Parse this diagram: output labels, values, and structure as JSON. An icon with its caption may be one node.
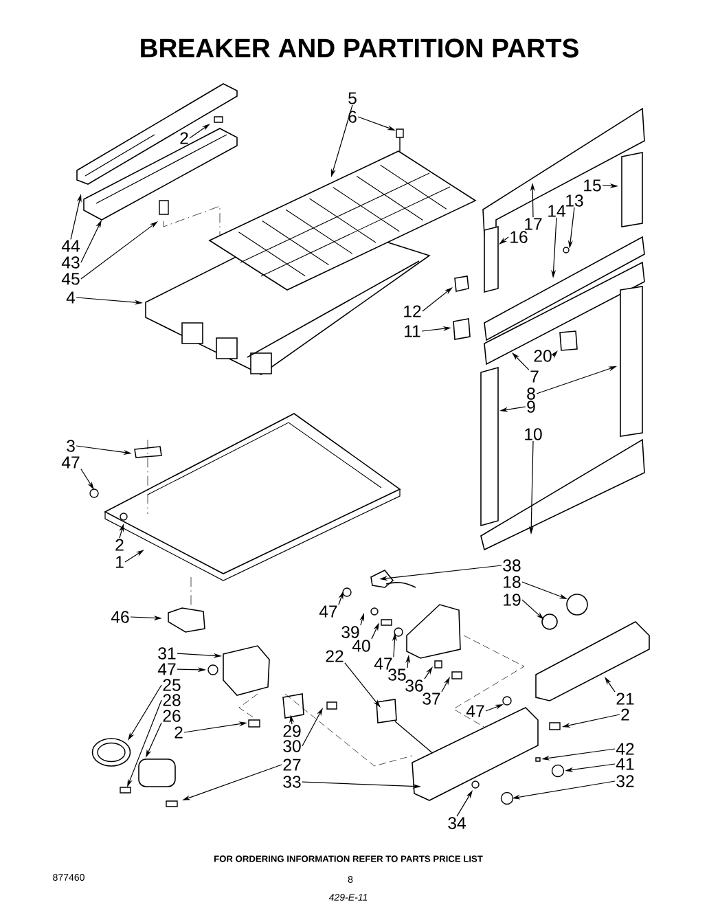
{
  "diagram": {
    "title": "BREAKER AND PARTITION PARTS",
    "nodes": [
      {
        "text": [
          "44"
        ]
      },
      {
        "text": [
          "43"
        ]
      },
      {
        "text": [
          "45"
        ]
      },
      {
        "text": [
          "2"
        ]
      },
      {
        "text": [
          "5"
        ]
      },
      {
        "text": [
          "6"
        ]
      },
      {
        "text": [
          "4"
        ]
      },
      {
        "text": [
          "17"
        ]
      },
      {
        "text": [
          "14"
        ]
      },
      {
        "text": [
          "13"
        ]
      },
      {
        "text": [
          "15"
        ]
      },
      {
        "text": [
          "16"
        ]
      },
      {
        "text": [
          "12"
        ]
      },
      {
        "text": [
          "11"
        ]
      },
      {
        "text": [
          "20"
        ]
      },
      {
        "text": [
          "7"
        ]
      },
      {
        "text": [
          "8"
        ]
      },
      {
        "text": [
          "9"
        ]
      },
      {
        "text": [
          "10"
        ]
      },
      {
        "text": [
          "3"
        ]
      },
      {
        "text": [
          "47"
        ]
      },
      {
        "text": [
          "2"
        ]
      },
      {
        "text": [
          "1"
        ]
      },
      {
        "text": [
          "46"
        ]
      },
      {
        "text": [
          "38"
        ]
      },
      {
        "text": [
          "18"
        ]
      },
      {
        "text": [
          "19"
        ]
      },
      {
        "text": [
          "47"
        ]
      },
      {
        "text": [
          "39"
        ]
      },
      {
        "text": [
          "40"
        ]
      },
      {
        "text": [
          "47"
        ]
      },
      {
        "text": [
          "35"
        ]
      },
      {
        "text": [
          "36"
        ]
      },
      {
        "text": [
          "37"
        ]
      },
      {
        "text": [
          "31"
        ]
      },
      {
        "text": [
          "47"
        ]
      },
      {
        "text": [
          "25"
        ]
      },
      {
        "text": [
          "28"
        ]
      },
      {
        "text": [
          "26"
        ]
      },
      {
        "text": [
          "2"
        ]
      },
      {
        "text": [
          "22"
        ]
      },
      {
        "text": [
          "29"
        ]
      },
      {
        "text": [
          "30"
        ]
      },
      {
        "text": [
          "27"
        ]
      },
      {
        "text": [
          "33"
        ]
      },
      {
        "text": [
          "47"
        ]
      },
      {
        "text": [
          "21"
        ]
      },
      {
        "text": [
          "2"
        ]
      },
      {
        "text": [
          "42"
        ]
      },
      {
        "text": [
          "41"
        ]
      },
      {
        "text": [
          "32"
        ]
      },
      {
        "text": [
          "34"
        ]
      }
    ],
    "edges": [
      {
        "from": 0,
        "to": null,
        "arrow": "to"
      },
      {
        "from": 1,
        "to": null,
        "arrow": "to"
      },
      {
        "from": 2,
        "to": null,
        "arrow": "to"
      },
      {
        "from": 3,
        "to": null,
        "arrow": "to"
      },
      {
        "from": 4,
        "to": null,
        "arrow": "to"
      },
      {
        "from": 5,
        "to": null,
        "arrow": "to"
      },
      {
        "from": 6,
        "to": null,
        "arrow": "to"
      },
      {
        "from": 7,
        "to": null,
        "arrow": "to"
      },
      {
        "from": 8,
        "to": null,
        "arrow": "to"
      },
      {
        "from": 9,
        "to": null,
        "arrow": "to"
      },
      {
        "from": 10,
        "to": null,
        "arrow": "to"
      },
      {
        "from": 11,
        "to": null,
        "arrow": "to"
      },
      {
        "from": 12,
        "to": null,
        "arrow": "to"
      },
      {
        "from": 13,
        "to": null,
        "arrow": "to"
      },
      {
        "from": 14,
        "to": null,
        "arrow": "to"
      },
      {
        "from": 15,
        "to": null,
        "arrow": "to"
      },
      {
        "from": 16,
        "to": null,
        "arrow": "to"
      },
      {
        "from": 17,
        "to": null,
        "arrow": "to"
      },
      {
        "from": 18,
        "to": null,
        "arrow": "to"
      },
      {
        "from": 19,
        "to": null,
        "arrow": "to"
      },
      {
        "from": 20,
        "to": null,
        "arrow": "to"
      },
      {
        "from": 21,
        "to": null,
        "arrow": "to"
      },
      {
        "from": 22,
        "to": null,
        "arrow": "to"
      },
      {
        "from": 23,
        "to": null,
        "arrow": "to"
      },
      {
        "from": 24,
        "to": null,
        "arrow": "to"
      },
      {
        "from": 25,
        "to": null,
        "arrow": "to"
      },
      {
        "from": 26,
        "to": null,
        "arrow": "to"
      },
      {
        "from": 27,
        "to": null,
        "arrow": "to"
      },
      {
        "from": 28,
        "to": null,
        "arrow": "to"
      },
      {
        "from": 29,
        "to": null,
        "arrow": "to"
      },
      {
        "from": 30,
        "to": null,
        "arrow": "to"
      },
      {
        "from": 31,
        "to": null,
        "arrow": "to"
      },
      {
        "from": 32,
        "to": null,
        "arrow": "to"
      },
      {
        "from": 33,
        "to": null,
        "arrow": "to"
      },
      {
        "from": 34,
        "to": null,
        "arrow": "to"
      },
      {
        "from": 35,
        "to": null,
        "arrow": "to"
      },
      {
        "from": 36,
        "to": null,
        "arrow": "to"
      },
      {
        "from": 37,
        "to": null,
        "arrow": "to"
      },
      {
        "from": 38,
        "to": null,
        "arrow": "to"
      },
      {
        "from": 39,
        "to": null,
        "arrow": "to"
      },
      {
        "from": 40,
        "to": null,
        "arrow": "to"
      },
      {
        "from": 41,
        "to": null,
        "arrow": "to"
      },
      {
        "from": 42,
        "to": null,
        "arrow": "to"
      },
      {
        "from": 43,
        "to": null,
        "arrow": "to"
      },
      {
        "from": 44,
        "to": null,
        "arrow": "to"
      },
      {
        "from": 45,
        "to": null,
        "arrow": "to"
      },
      {
        "from": 46,
        "to": null,
        "arrow": "to"
      },
      {
        "from": 47,
        "to": null,
        "arrow": "to"
      },
      {
        "from": 48,
        "to": null,
        "arrow": "to"
      },
      {
        "from": 49,
        "to": null,
        "arrow": "to"
      },
      {
        "from": 50,
        "to": null,
        "arrow": "to"
      },
      {
        "from": 51,
        "to": null,
        "arrow": "to"
      }
    ],
    "labels": [
      "FOR ORDERING INFORMATION REFER TO PARTS PRICE LIST",
      "877460",
      "8",
      "429-E-11"
    ]
  }
}
